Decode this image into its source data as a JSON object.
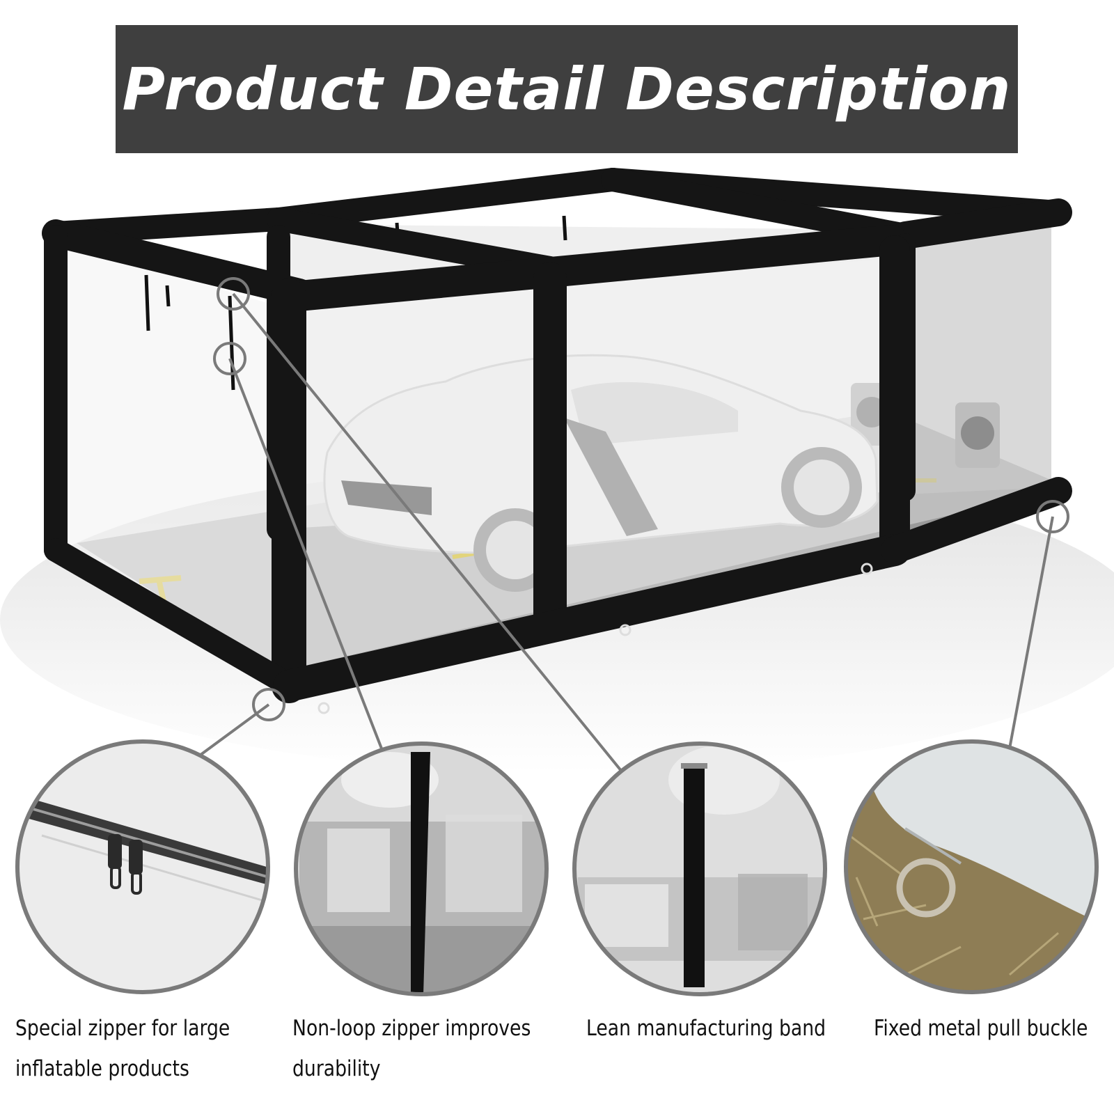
{
  "title": "Product Detail Description",
  "colors": {
    "banner": "#3f3f3f",
    "frame_tube": "#151515",
    "callout_ring": "#7a7a7a",
    "floor": "#b9b9b9"
  },
  "features": [
    {
      "icon": "zipper-closeup-icon",
      "lines": [
        "Special zipper for large",
        "inflatable products"
      ]
    },
    {
      "icon": "zipper-strap-closeup-icon",
      "lines": [
        "Non-loop zipper improves",
        "durability"
      ]
    },
    {
      "icon": "band-closeup-icon",
      "lines": [
        "Lean manufacturing band"
      ]
    },
    {
      "icon": "metal-buckle-closeup-icon",
      "lines": [
        "Fixed metal pull buckle"
      ]
    }
  ]
}
